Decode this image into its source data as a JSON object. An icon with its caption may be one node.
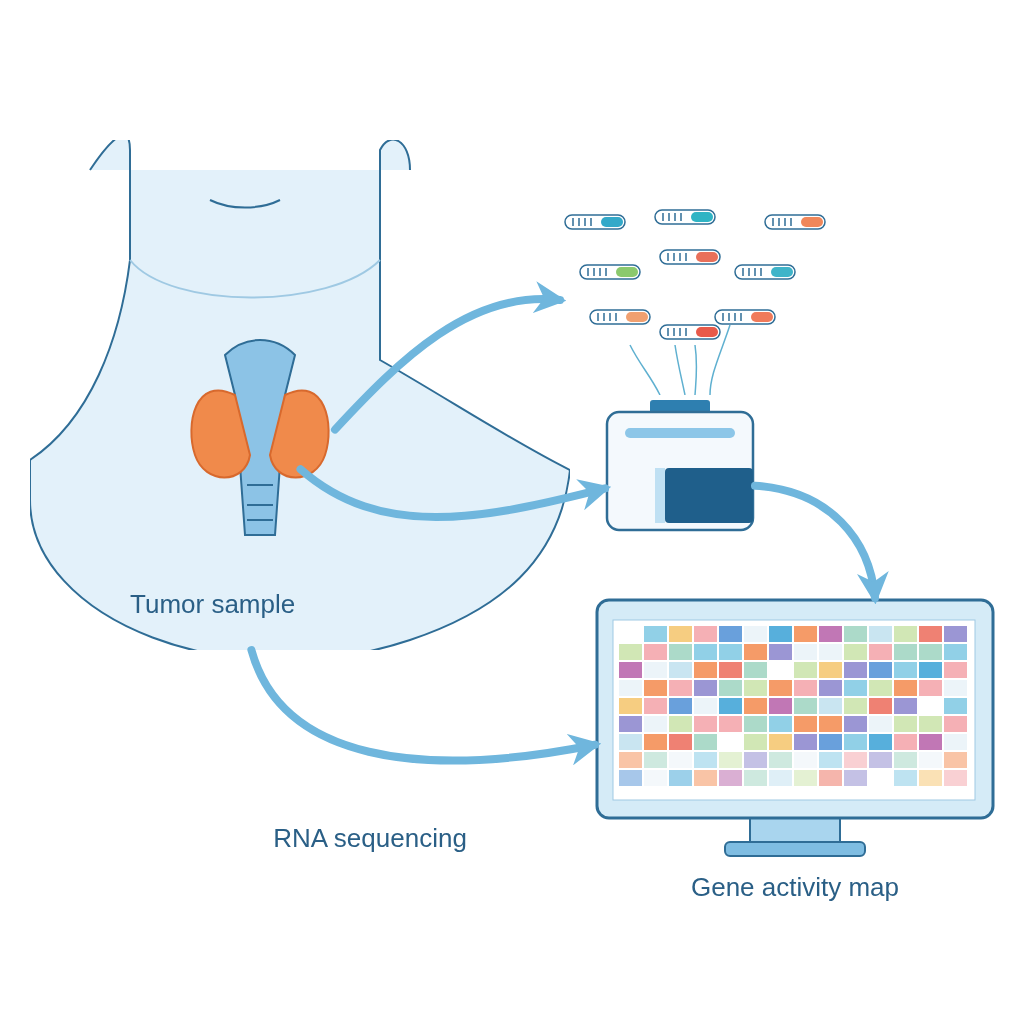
{
  "diagram": {
    "nodes": [
      {
        "text": [
          "Tumor sample"
        ]
      },
      {
        "text": [],
        "shape": "picture",
        "in": 0
      },
      {
        "text": [],
        "shape": "picture"
      },
      {
        "text": [],
        "shape": "picture"
      },
      {
        "text": [],
        "shape": "picture",
        "beside": [
          "Gene activity map"
        ]
      }
    ],
    "edges": [
      {
        "from": 1,
        "to": 2,
        "arrow": "to"
      },
      {
        "from": 1,
        "to": 3,
        "arrow": "to"
      },
      {
        "from": 3,
        "to": 4,
        "arrow": "to"
      },
      {
        "from": 0,
        "to": 4,
        "arrow": "to",
        "label": "RNA sequencing"
      }
    ]
  }
}
